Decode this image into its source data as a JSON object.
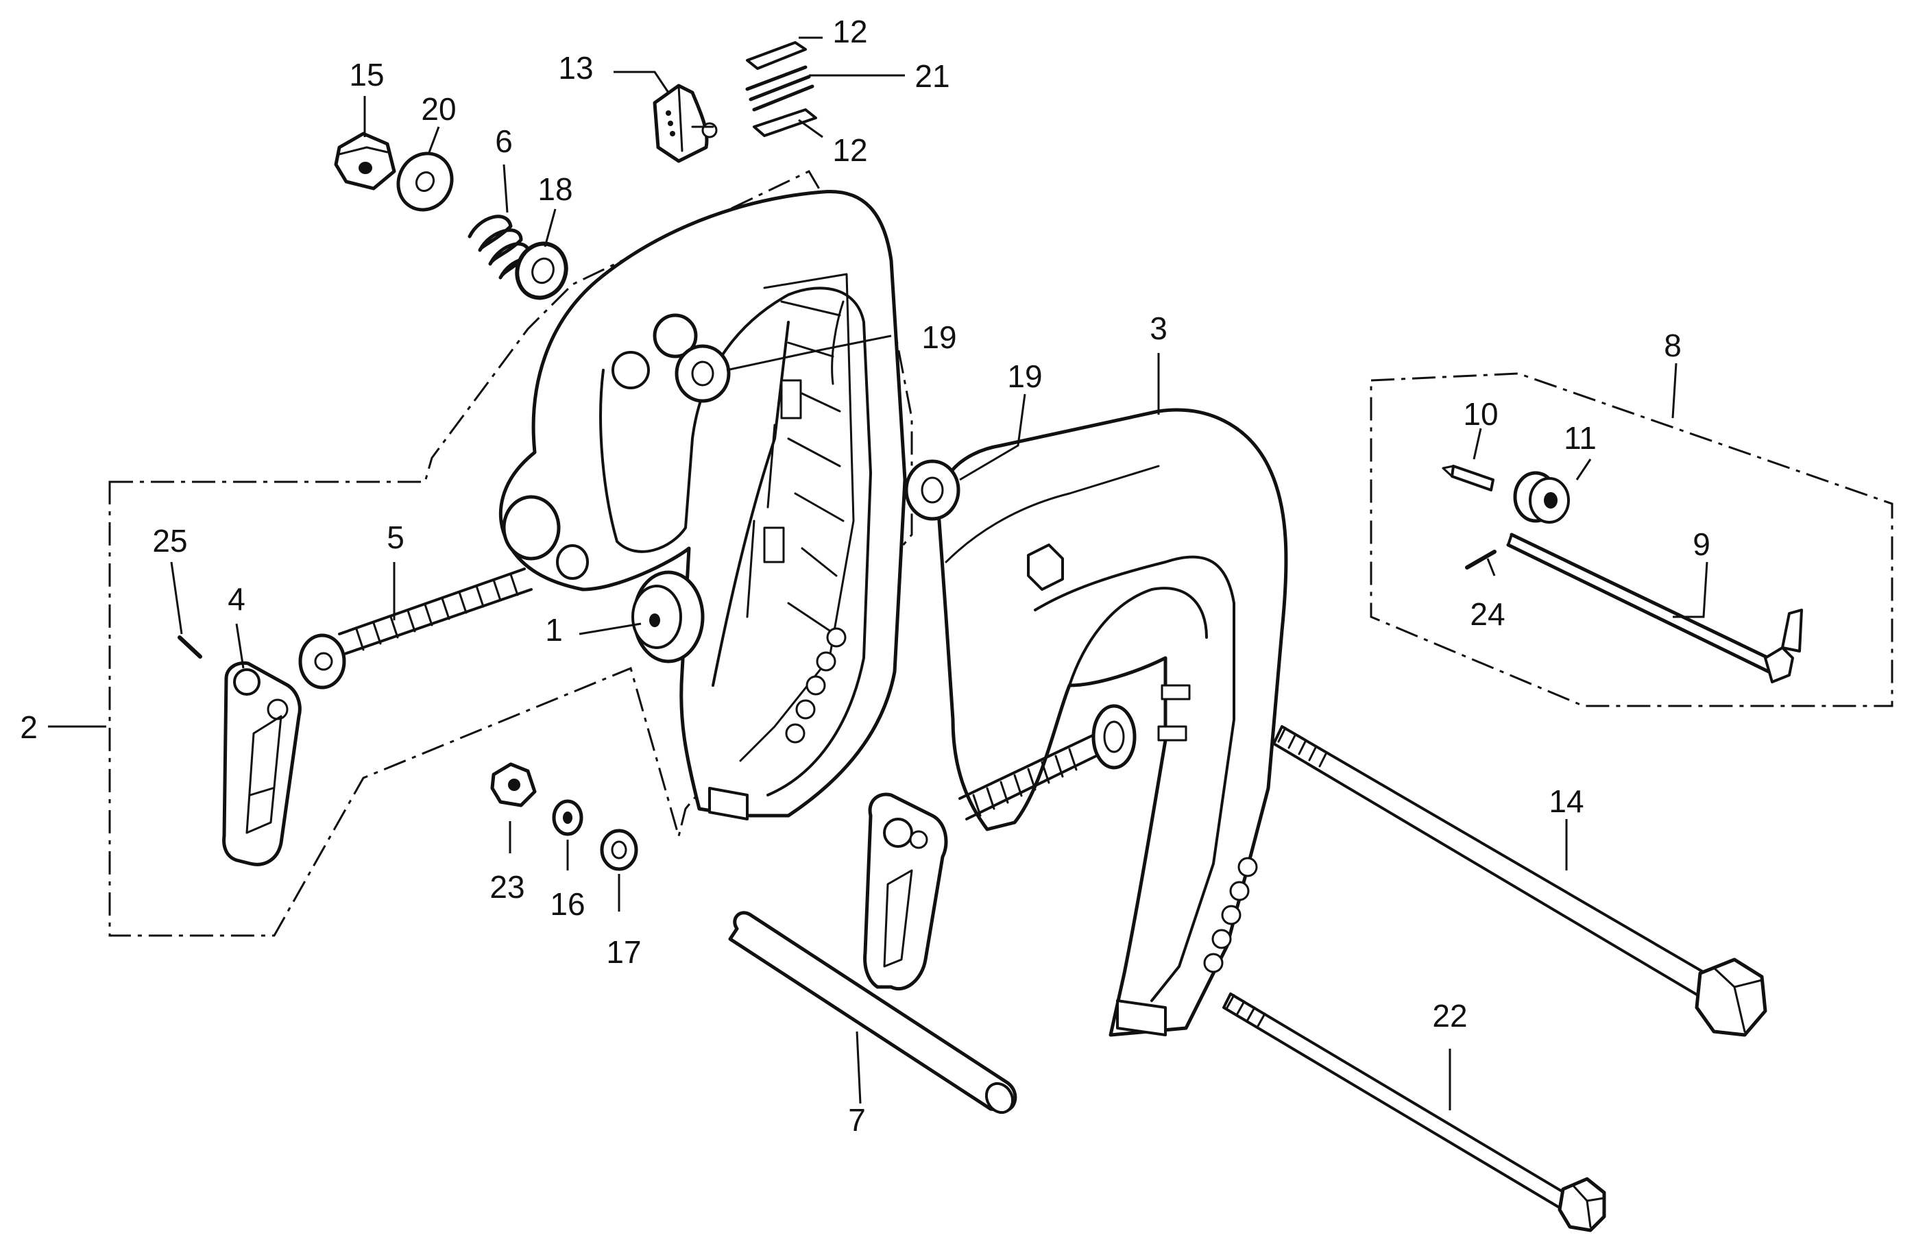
{
  "callouts": [
    {
      "id": "c1",
      "text": "1"
    },
    {
      "id": "c2",
      "text": "2"
    },
    {
      "id": "c3",
      "text": "3"
    },
    {
      "id": "c4",
      "text": "4"
    },
    {
      "id": "c5",
      "text": "5"
    },
    {
      "id": "c6",
      "text": "6"
    },
    {
      "id": "c7",
      "text": "7"
    },
    {
      "id": "c8",
      "text": "8"
    },
    {
      "id": "c9",
      "text": "9"
    },
    {
      "id": "c10",
      "text": "10"
    },
    {
      "id": "c11",
      "text": "11"
    },
    {
      "id": "c12a",
      "text": "12"
    },
    {
      "id": "c12b",
      "text": "12"
    },
    {
      "id": "c13",
      "text": "13"
    },
    {
      "id": "c14",
      "text": "14"
    },
    {
      "id": "c15",
      "text": "15"
    },
    {
      "id": "c16",
      "text": "16"
    },
    {
      "id": "c17",
      "text": "17"
    },
    {
      "id": "c18",
      "text": "18"
    },
    {
      "id": "c19a",
      "text": "19"
    },
    {
      "id": "c19b",
      "text": "19"
    },
    {
      "id": "c20",
      "text": "20"
    },
    {
      "id": "c21",
      "text": "21"
    },
    {
      "id": "c22",
      "text": "22"
    },
    {
      "id": "c23",
      "text": "23"
    },
    {
      "id": "c24",
      "text": "24"
    },
    {
      "id": "c25",
      "text": "25"
    }
  ]
}
